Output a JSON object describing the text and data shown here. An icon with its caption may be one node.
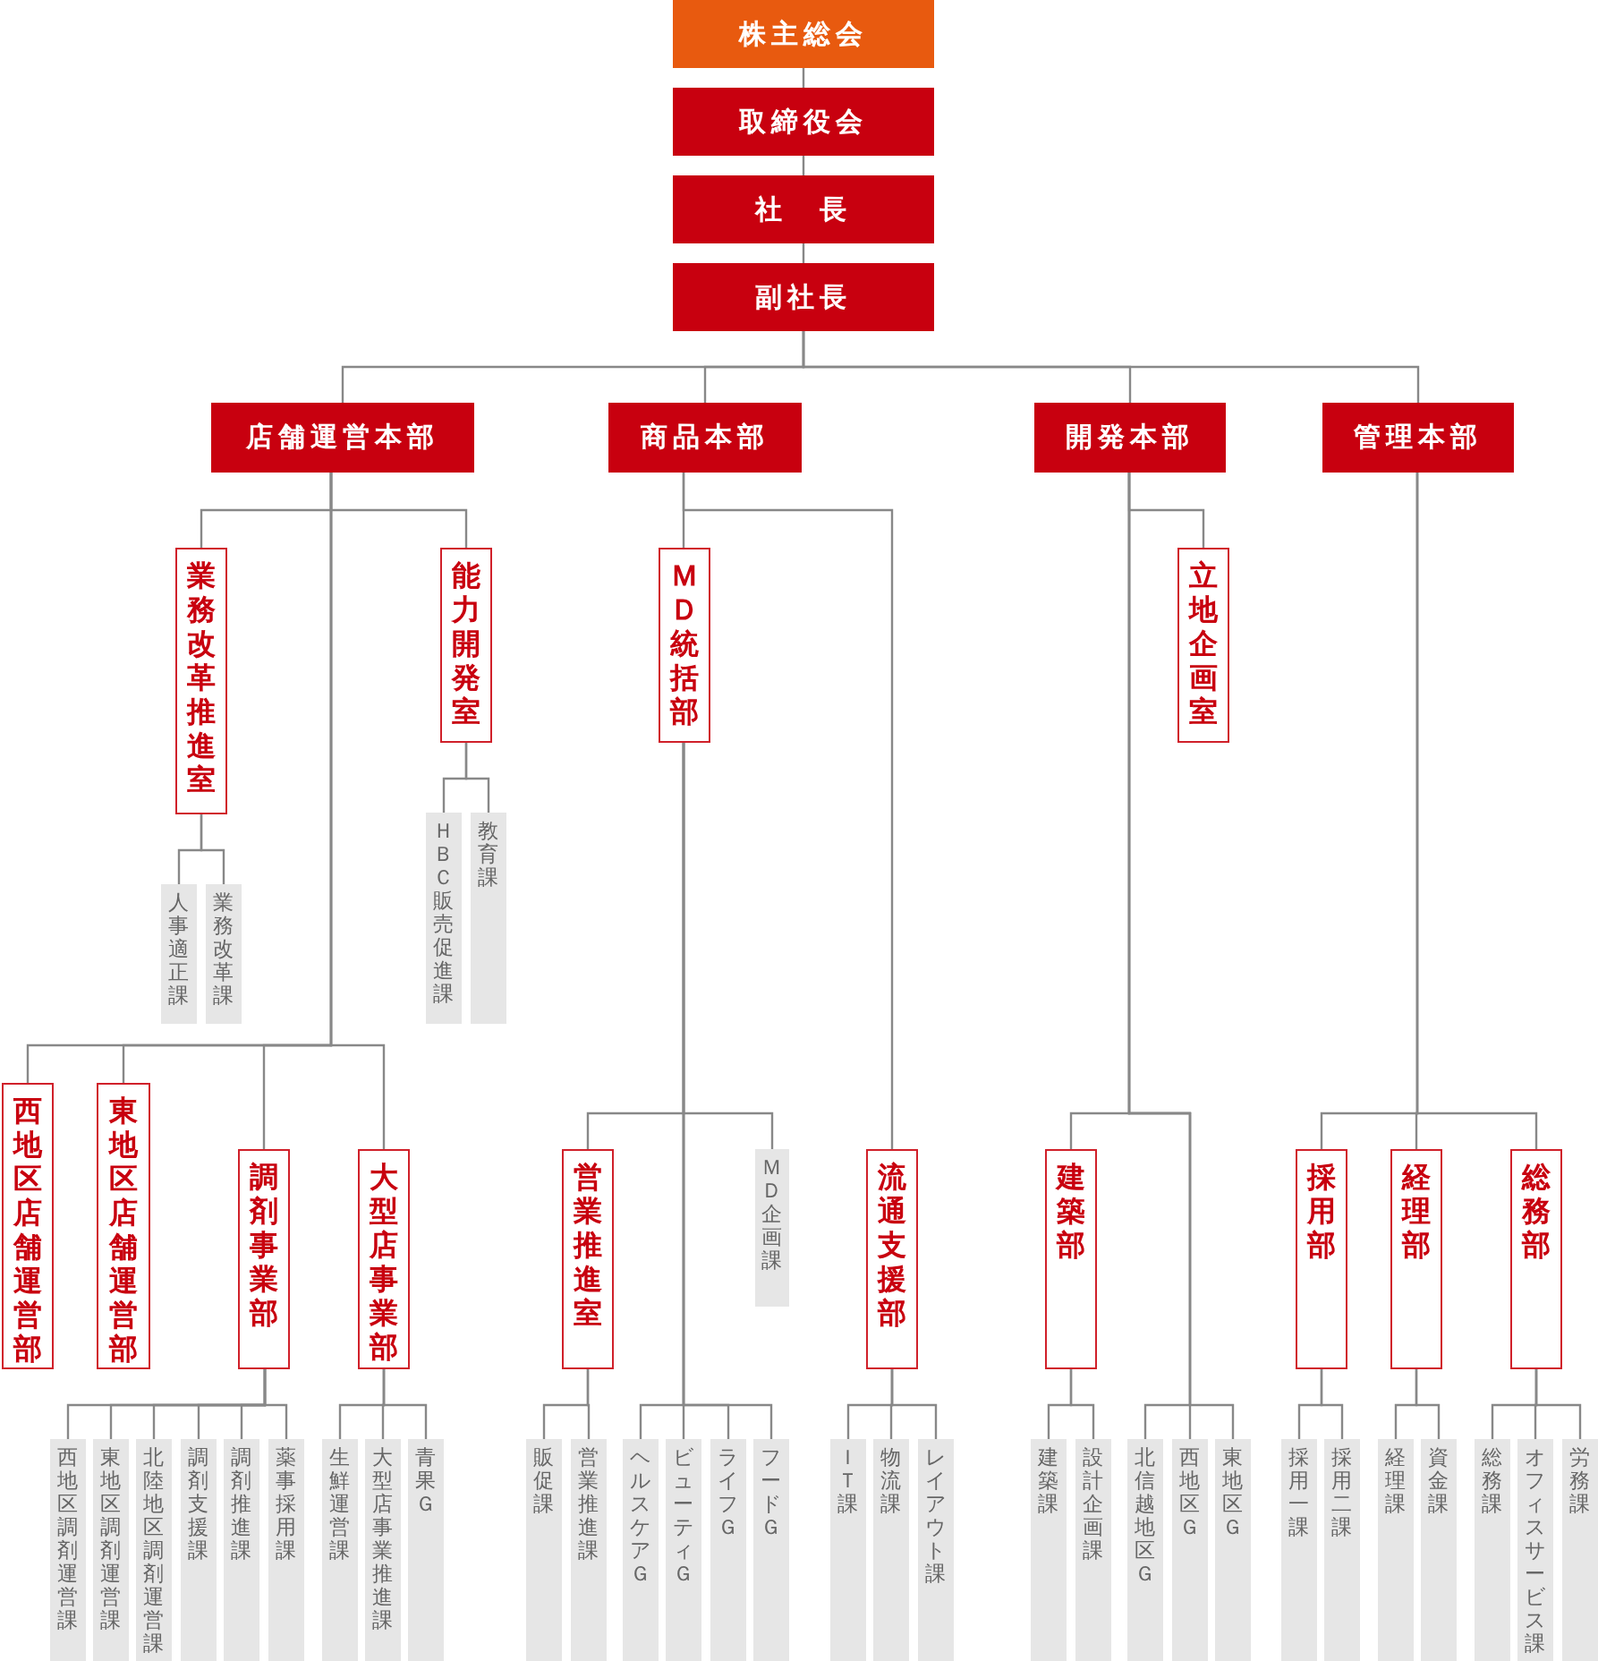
{
  "diagram": {
    "nodes": [
      {
        "text": [
          "株主総会"
        ]
      },
      {
        "text": [
          "取締役会"
        ]
      },
      {
        "text": [
          "社　長"
        ]
      },
      {
        "text": [
          "副社長"
        ]
      },
      {
        "text": [
          "店舗運営本部"
        ]
      },
      {
        "text": [
          "商品本部"
        ]
      },
      {
        "text": [
          "開発本部"
        ]
      },
      {
        "text": [
          "管理本部"
        ]
      },
      {
        "text": [
          "業務改革推進室"
        ]
      },
      {
        "text": [
          "能力開発室"
        ]
      },
      {
        "text": [
          "人事適正課"
        ]
      },
      {
        "text": [
          "業務改革課"
        ]
      },
      {
        "text": [
          "ＨＢＣ販売促進課"
        ]
      },
      {
        "text": [
          "教育課"
        ]
      },
      {
        "text": [
          "西地区店舗運営部"
        ]
      },
      {
        "text": [
          "東地区店舗運営部"
        ]
      },
      {
        "text": [
          "調剤事業部"
        ]
      },
      {
        "text": [
          "大型店事業部"
        ]
      },
      {
        "text": [
          "西地区調剤運営課"
        ]
      },
      {
        "text": [
          "東地区調剤運営課"
        ]
      },
      {
        "text": [
          "北陸地区調剤運営課"
        ]
      },
      {
        "text": [
          "調剤支援課"
        ]
      },
      {
        "text": [
          "調剤推進課"
        ]
      },
      {
        "text": [
          "薬事採用課"
        ]
      },
      {
        "text": [
          "生鮮運営課"
        ]
      },
      {
        "text": [
          "大型店事業推進課"
        ]
      },
      {
        "text": [
          "青果Ｇ"
        ]
      },
      {
        "text": [
          "ＭＤ統括部"
        ]
      },
      {
        "text": [
          "流通支援部"
        ]
      },
      {
        "text": [
          "営業推進室"
        ]
      },
      {
        "text": [
          "ＭＤ企画課"
        ]
      },
      {
        "text": [
          "販促課"
        ]
      },
      {
        "text": [
          "営業推進課"
        ]
      },
      {
        "text": [
          "ヘルスケアＧ"
        ]
      },
      {
        "text": [
          "ビューティＧ"
        ]
      },
      {
        "text": [
          "ライフＧ"
        ]
      },
      {
        "text": [
          "フードＧ"
        ]
      },
      {
        "text": [
          "ＩＴ課"
        ]
      },
      {
        "text": [
          "物流課"
        ]
      },
      {
        "text": [
          "レイアウト課"
        ]
      },
      {
        "text": [
          "立地企画室"
        ]
      },
      {
        "text": [
          "建築部"
        ]
      },
      {
        "text": [
          "建築課"
        ]
      },
      {
        "text": [
          "設計企画課"
        ]
      },
      {
        "text": [
          "北信越地区Ｇ"
        ]
      },
      {
        "text": [
          "西地区Ｇ"
        ]
      },
      {
        "text": [
          "東地区Ｇ"
        ]
      },
      {
        "text": [
          "採用部"
        ]
      },
      {
        "text": [
          "経理部"
        ]
      },
      {
        "text": [
          "総務部"
        ]
      },
      {
        "text": [
          "採用一課"
        ]
      },
      {
        "text": [
          "採用二課"
        ]
      },
      {
        "text": [
          "経理課"
        ]
      },
      {
        "text": [
          "資金課"
        ]
      },
      {
        "text": [
          "総務課"
        ]
      },
      {
        "text": [
          "オフィスサービス課"
        ]
      },
      {
        "text": [
          "労務課"
        ]
      }
    ],
    "edges": [
      {
        "from": 0,
        "to": 1,
        "arrow": "none"
      },
      {
        "from": 1,
        "to": 2,
        "arrow": "none"
      },
      {
        "from": 2,
        "to": 3,
        "arrow": "none"
      },
      {
        "from": 3,
        "to": 4,
        "arrow": "none"
      },
      {
        "from": 3,
        "to": 5,
        "arrow": "none"
      },
      {
        "from": 3,
        "to": 6,
        "arrow": "none"
      },
      {
        "from": 3,
        "to": 7,
        "arrow": "none"
      },
      {
        "from": 4,
        "to": 8,
        "arrow": "none"
      },
      {
        "from": 4,
        "to": 9,
        "arrow": "none"
      },
      {
        "from": 8,
        "to": 10,
        "arrow": "none"
      },
      {
        "from": 8,
        "to": 11,
        "arrow": "none"
      },
      {
        "from": 9,
        "to": 12,
        "arrow": "none"
      },
      {
        "from": 9,
        "to": 13,
        "arrow": "none"
      },
      {
        "from": 4,
        "to": 14,
        "arrow": "none"
      },
      {
        "from": 4,
        "to": 15,
        "arrow": "none"
      },
      {
        "from": 4,
        "to": 16,
        "arrow": "none"
      },
      {
        "from": 4,
        "to": 17,
        "arrow": "none"
      },
      {
        "from": 16,
        "to": 18,
        "arrow": "none"
      },
      {
        "from": 16,
        "to": 19,
        "arrow": "none"
      },
      {
        "from": 16,
        "to": 20,
        "arrow": "none"
      },
      {
        "from": 16,
        "to": 21,
        "arrow": "none"
      },
      {
        "from": 16,
        "to": 22,
        "arrow": "none"
      },
      {
        "from": 16,
        "to": 23,
        "arrow": "none"
      },
      {
        "from": 17,
        "to": 24,
        "arrow": "none"
      },
      {
        "from": 17,
        "to": 25,
        "arrow": "none"
      },
      {
        "from": 17,
        "to": 26,
        "arrow": "none"
      },
      {
        "from": 5,
        "to": 27,
        "arrow": "none"
      },
      {
        "from": 5,
        "to": 28,
        "arrow": "none"
      },
      {
        "from": 27,
        "to": 29,
        "arrow": "none"
      },
      {
        "from": 27,
        "to": 30,
        "arrow": "none"
      },
      {
        "from": 29,
        "to": 31,
        "arrow": "none"
      },
      {
        "from": 29,
        "to": 32,
        "arrow": "none"
      },
      {
        "from": 27,
        "to": 33,
        "arrow": "none"
      },
      {
        "from": 27,
        "to": 34,
        "arrow": "none"
      },
      {
        "from": 27,
        "to": 35,
        "arrow": "none"
      },
      {
        "from": 27,
        "to": 36,
        "arrow": "none"
      },
      {
        "from": 28,
        "to": 37,
        "arrow": "none"
      },
      {
        "from": 28,
        "to": 38,
        "arrow": "none"
      },
      {
        "from": 28,
        "to": 39,
        "arrow": "none"
      },
      {
        "from": 6,
        "to": 40,
        "arrow": "none"
      },
      {
        "from": 6,
        "to": 41,
        "arrow": "none"
      },
      {
        "from": 41,
        "to": 42,
        "arrow": "none"
      },
      {
        "from": 41,
        "to": 43,
        "arrow": "none"
      },
      {
        "from": 6,
        "to": 44,
        "arrow": "none"
      },
      {
        "from": 6,
        "to": 45,
        "arrow": "none"
      },
      {
        "from": 6,
        "to": 46,
        "arrow": "none"
      },
      {
        "from": 7,
        "to": 47,
        "arrow": "none"
      },
      {
        "from": 7,
        "to": 48,
        "arrow": "none"
      },
      {
        "from": 7,
        "to": 49,
        "arrow": "none"
      },
      {
        "from": 47,
        "to": 50,
        "arrow": "none"
      },
      {
        "from": 47,
        "to": 51,
        "arrow": "none"
      },
      {
        "from": 48,
        "to": 52,
        "arrow": "none"
      },
      {
        "from": 48,
        "to": 53,
        "arrow": "none"
      },
      {
        "from": 49,
        "to": 54,
        "arrow": "none"
      },
      {
        "from": 49,
        "to": 55,
        "arrow": "none"
      },
      {
        "from": 49,
        "to": 56,
        "arrow": "none"
      }
    ]
  }
}
